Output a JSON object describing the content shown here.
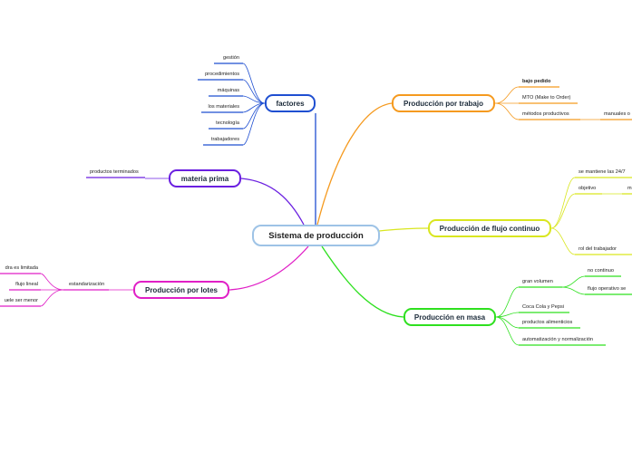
{
  "root": "Sistema de producción",
  "colors": {
    "root_border": "#9ec3e6",
    "factores": "#1f4fd1",
    "materia_prima": "#6a1fe0",
    "lotes": "#e01fc6",
    "trabajo": "#f59a1f",
    "flujo": "#d9e61f",
    "masa": "#2ee01f"
  },
  "factores": {
    "label": "factores",
    "items": [
      "gestión",
      "procedimientos",
      "máquinas",
      "los materiales",
      "tecnología",
      "trabajadores"
    ]
  },
  "materia_prima": {
    "label": "materia prima",
    "items": [
      "productos terminados"
    ]
  },
  "lotes": {
    "label": "Producción por lotes",
    "sub": "estandarización",
    "items": [
      "dra es limitada",
      "flujo lineal",
      "uele ser menor"
    ]
  },
  "trabajo": {
    "label": "Producción por trabajo",
    "items": [
      "bajo pedido",
      "MTO (Make to Order)",
      "métodos productivos"
    ],
    "sub_items": [
      "manuales o"
    ]
  },
  "flujo": {
    "label": "Producción de flujo continuo",
    "items": [
      "se mantiene las 24/7",
      "objetivo",
      "rol del trabajador"
    ],
    "objetivo_sub": "m"
  },
  "masa": {
    "label": "Producción en masa",
    "items": [
      "gran volumen",
      "Coca Cola y Pepsi",
      "productos alimenticios",
      "automatización y normalización"
    ],
    "gran_volumen_sub": [
      "no continuo",
      "flujo operativo se"
    ]
  }
}
